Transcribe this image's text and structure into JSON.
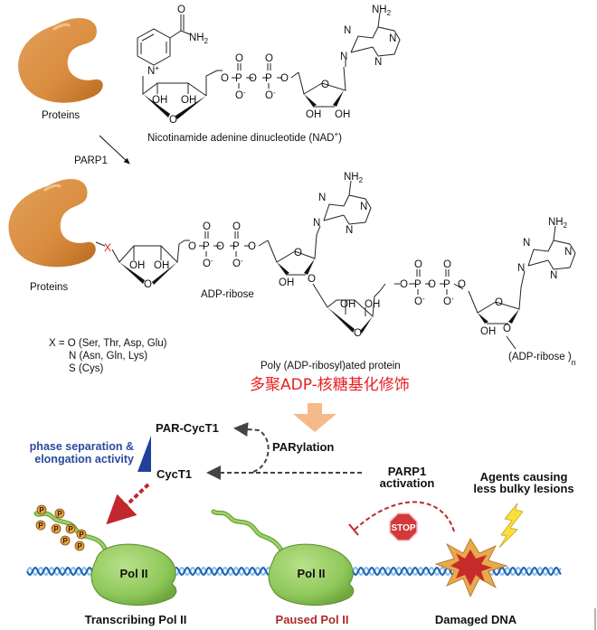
{
  "colors": {
    "protein": "#d98c3f",
    "protein_shade": "#b96a1e",
    "linker_x": "#e02020",
    "chinese_label": "#e82020",
    "down_arrow": "#f5b98a",
    "blue_text": "#2a4a9a",
    "wedge_blue": "#22409a",
    "pol_green": "#8fc85a",
    "pol_green_dark": "#5e9a2e",
    "red_dash": "#c0282e",
    "stop": "#d23a3a",
    "paused_label": "#b02a2a",
    "phospho": "#e8a040",
    "dna_dark": "#1e5fb3",
    "dna_light": "#7fc0ea",
    "damage_outer": "#e8a84c",
    "damage_inner": "#c62a2a",
    "lightning": "#f7e13a"
  },
  "top": {
    "protein_label_1": "Proteins",
    "nad_label": "Nicotinamide adenine dinucleotide (NAD",
    "nad_sup": "+",
    "nad_close": ")",
    "enzyme_label": "PARP1",
    "protein_label_2": "Proteins",
    "adp_ribose_label": "ADP-ribose",
    "linker_symbol": "X",
    "x_definition": [
      "X = O (Ser, Thr, Asp, Glu)",
      "N (Asn, Gln, Lys)",
      "S (Cys)"
    ],
    "polymer_label": "(ADP-ribose )",
    "polymer_sub": "n",
    "product_label": "Poly (ADP-ribosyl)ated protein",
    "product_label_cn": "多聚ADP-核糖基化修饰"
  },
  "chem": {
    "o": "O",
    "nh2": "NH",
    "sub2": "2",
    "n": "N",
    "nplus": "N",
    "plus": "+",
    "p": "P",
    "ominus": "O",
    "minus": "-",
    "oh": "OH"
  },
  "bottom": {
    "par_cyct1": "PAR-CycT1",
    "cyct1": "CycT1",
    "parylation": "PARylation",
    "phase_sep_1": "phase separation &",
    "phase_sep_2": "elongation activity",
    "parp1_act_1": "PARP1",
    "parp1_act_2": "activation",
    "agents_1": "Agents causing",
    "agents_2": "less bulky lesions",
    "stop": "STOP",
    "pol_ii": "Pol II",
    "phospho": "P",
    "transcribing": "Transcribing Pol II",
    "paused": "Paused Pol II",
    "damaged": "Damaged DNA"
  }
}
